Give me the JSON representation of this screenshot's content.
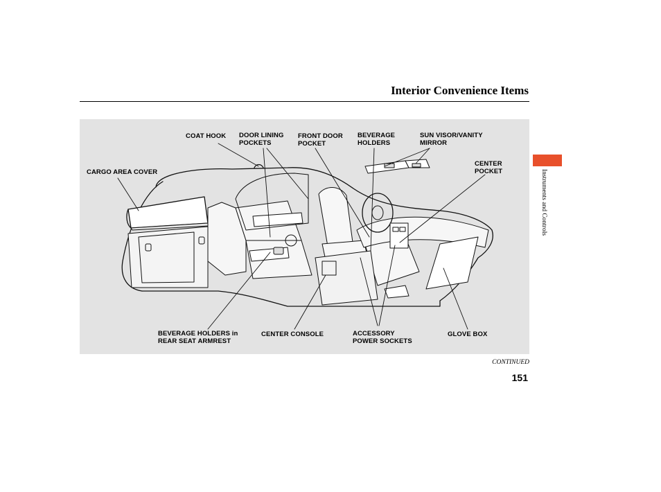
{
  "header": {
    "title": "Interior Convenience Items"
  },
  "figure": {
    "callouts": {
      "coat_hook": "COAT HOOK",
      "door_lining_pockets": "DOOR LINING\nPOCKETS",
      "front_door_pocket": "FRONT DOOR\nPOCKET",
      "beverage_holders": "BEVERAGE\nHOLDERS",
      "sun_visor": "SUN VISOR/VANITY\nMIRROR",
      "center_pocket": "CENTER\nPOCKET",
      "cargo_area_cover": "CARGO AREA COVER",
      "rear_armrest_holders": "BEVERAGE HOLDERS in\nREAR SEAT ARMREST",
      "center_console": "CENTER CONSOLE",
      "accessory_sockets": "ACCESSORY\nPOWER SOCKETS",
      "glove_box": "GLOVE BOX"
    }
  },
  "sidebar": {
    "section_label": "Instruments and Controls",
    "tab_color": "#e8502b"
  },
  "footer": {
    "continued": "CONTINUED",
    "page_number": "151"
  }
}
